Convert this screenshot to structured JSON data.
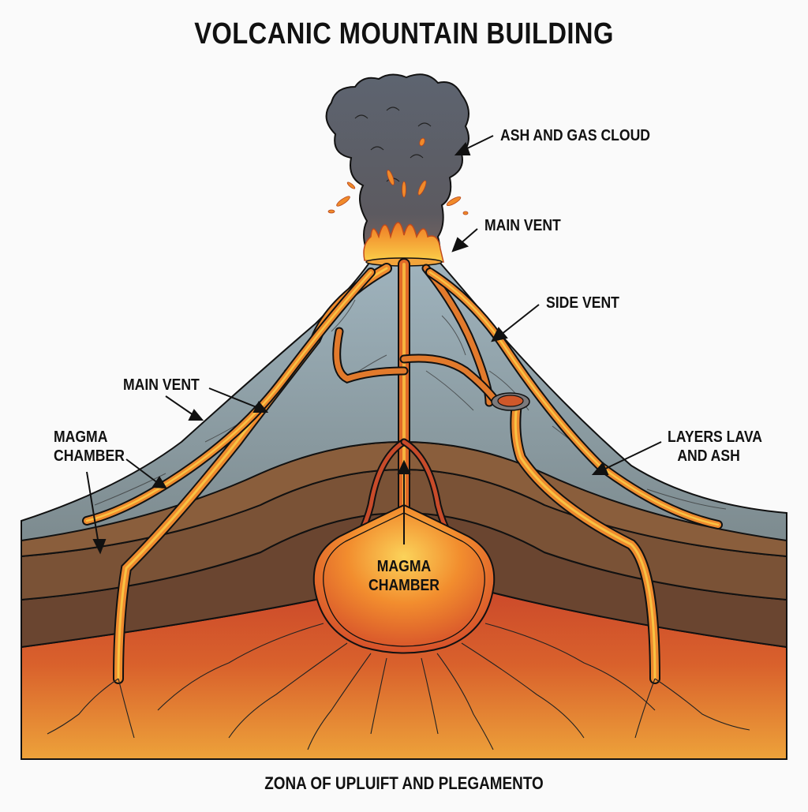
{
  "title": "VOLCANIC MOUNTAIN BUILDING",
  "footer": "ZONA OF UPLUIFT AND PLEGAMENTO",
  "labels": {
    "ash_cloud": "ASH AND GAS CLOUD",
    "main_vent_top": "MAIN VENT",
    "side_vent": "SIDE VENT",
    "main_vent_left": "MAIN VENT",
    "magma_chamber_left_line1": "MAGMA",
    "magma_chamber_left_line2": "CHAMBER",
    "layers_line1": "LAYERS LAVA",
    "layers_line2": "AND ASH",
    "magma_chamber_center_line1": "MAGMA",
    "magma_chamber_center_line2": "CHAMBER"
  },
  "colors": {
    "background": "#fafafa",
    "ash": "#5b6068",
    "cone_rock": "#8fa3ad",
    "lava": "#f08a2a",
    "lava_highlight": "#f8c243",
    "crust": "#6e4a30",
    "mantle": "#d9582a",
    "outline": "#111111"
  }
}
